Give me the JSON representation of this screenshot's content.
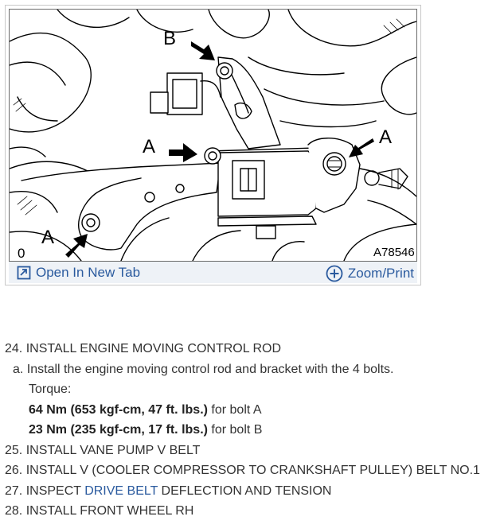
{
  "figure": {
    "callouts": {
      "b_top": "B",
      "a_middle": "A",
      "a_right": "A",
      "a_bottom": "A"
    },
    "corner_mark": "0",
    "figure_code": "A78546",
    "open_tab_label": "Open In New Tab",
    "zoom_label": "Zoom/Print",
    "accent_color": "#2a5a9e"
  },
  "steps": {
    "s24": "24. INSTALL ENGINE MOVING CONTROL ROD",
    "s24a": "a. Install the engine moving control rod and bracket with the 4 bolts.",
    "torque_label": "Torque:",
    "torque_a_value": "64 Nm (653 kgf-cm, 47 ft. lbs.)",
    "torque_a_suffix": " for bolt A",
    "torque_b_value": "23 Nm (235 kgf-cm, 17 ft. lbs.)",
    "torque_b_suffix": " for bolt B",
    "s25": "25. INSTALL VANE PUMP V BELT",
    "s26": "26. INSTALL V (COOLER COMPRESSOR TO CRANKSHAFT PULLEY) BELT NO.1",
    "s27_prefix": "27. INSPECT ",
    "s27_link": "DRIVE BELT",
    "s27_suffix": " DEFLECTION AND TENSION",
    "s28": "28. INSTALL FRONT WHEEL RH"
  }
}
